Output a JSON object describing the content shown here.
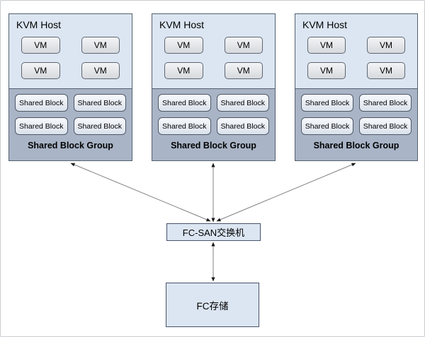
{
  "diagram": {
    "hosts": [
      {
        "title": "KVM Host",
        "vms": [
          "VM",
          "VM",
          "VM",
          "VM"
        ],
        "blocks": [
          "Shared Block",
          "Shared Block",
          "Shared Block",
          "Shared Block"
        ],
        "group_label": "Shared Block Group"
      },
      {
        "title": "KVM Host",
        "vms": [
          "VM",
          "VM",
          "VM",
          "VM"
        ],
        "blocks": [
          "Shared Block",
          "Shared Block",
          "Shared Block",
          "Shared Block"
        ],
        "group_label": "Shared Block Group"
      },
      {
        "title": "KVM Host",
        "vms": [
          "VM",
          "VM",
          "VM",
          "VM"
        ],
        "blocks": [
          "Shared Block",
          "Shared Block",
          "Shared Block",
          "Shared Block"
        ],
        "group_label": "Shared Block Group"
      }
    ],
    "san_switch": {
      "label": "FC-SAN交换机"
    },
    "storage": {
      "label": "FC存储"
    },
    "colors": {
      "host_fill": "#dce6f2",
      "host_border": "#55606e",
      "group_fill": "#a9b5c7",
      "vm_fill": "#dfe1e4",
      "block_fill": "#e6ecf4",
      "node_fill": "#dce6f2",
      "arrow_line": "#808080",
      "arrowhead": "#1a1a1a",
      "text": "#000000"
    }
  }
}
